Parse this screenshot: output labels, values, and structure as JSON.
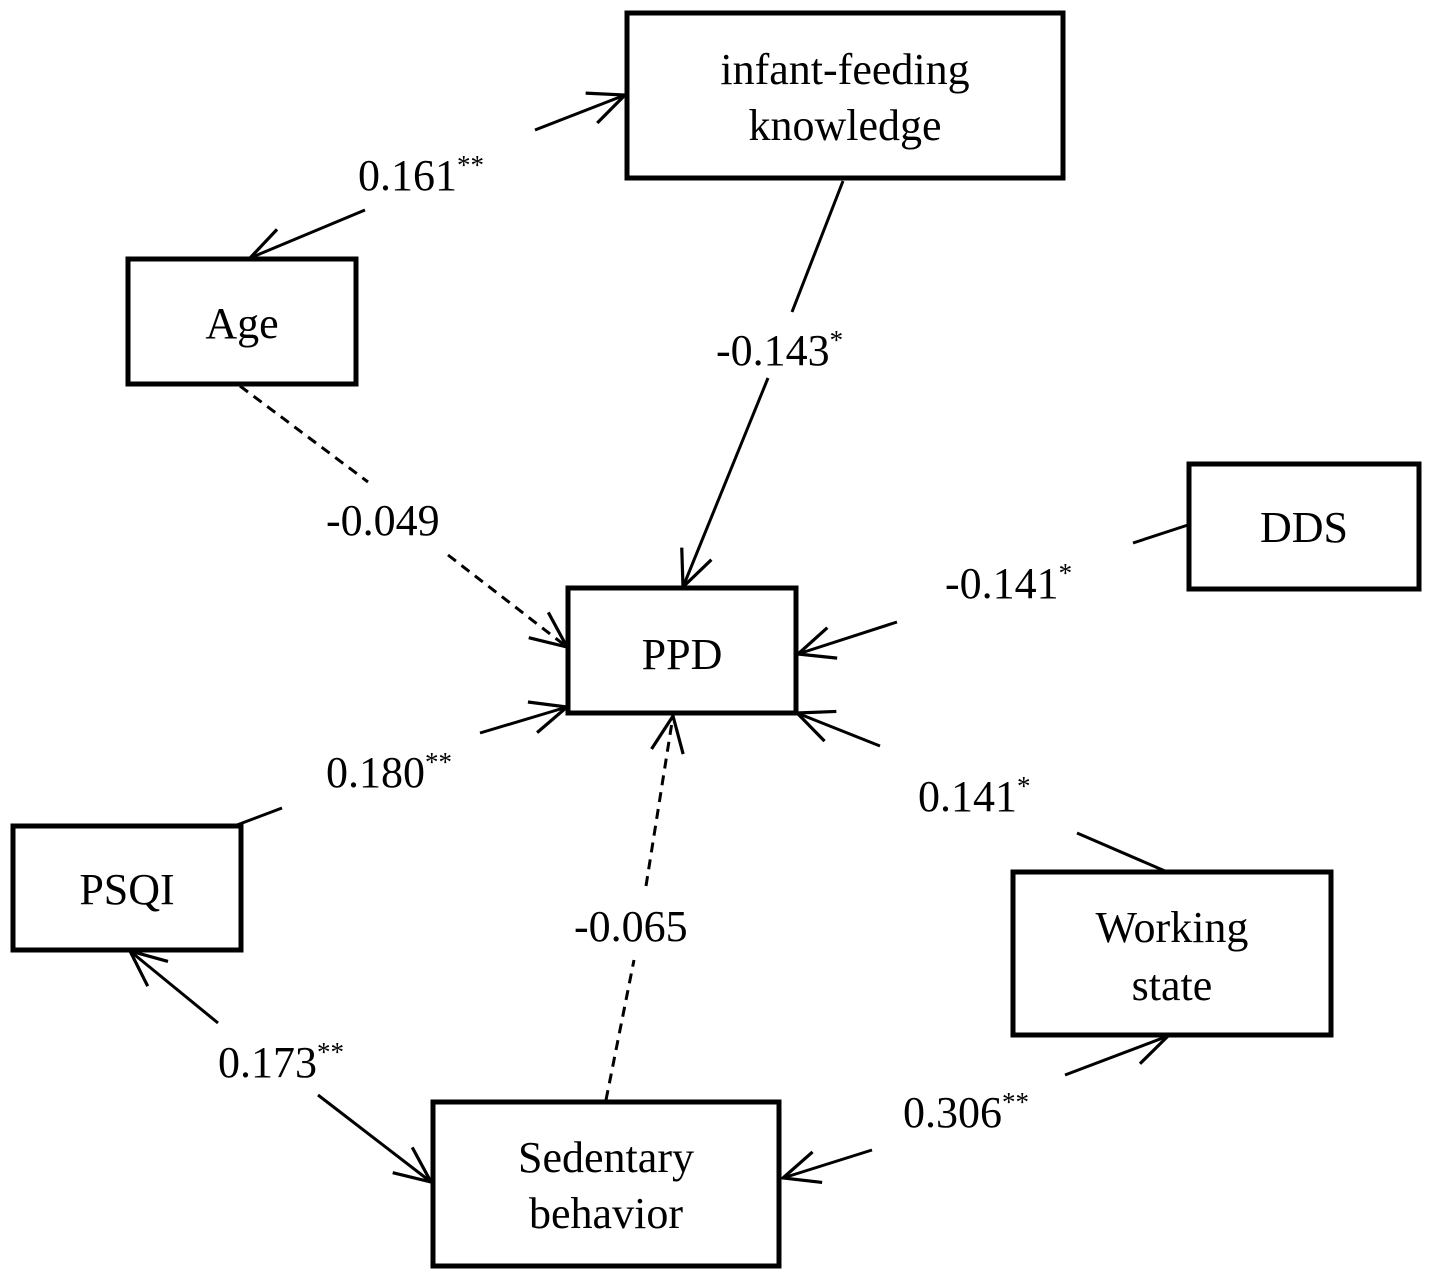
{
  "nodes": {
    "infant_feeding": {
      "lines": [
        "infant-feeding",
        "knowledge"
      ]
    },
    "age": {
      "lines": [
        "Age"
      ]
    },
    "dds": {
      "lines": [
        "DDS"
      ]
    },
    "ppd": {
      "lines": [
        "PPD"
      ]
    },
    "psqi": {
      "lines": [
        "PSQI"
      ]
    },
    "working_state": {
      "lines": [
        "Working",
        "state"
      ]
    },
    "sedentary": {
      "lines": [
        "Sedentary",
        "behavior"
      ]
    }
  },
  "edges": {
    "age_infant": {
      "value": "0.161",
      "sig": "**",
      "style": "solid"
    },
    "infant_ppd": {
      "value": "-0.143",
      "sig": "*",
      "style": "solid"
    },
    "age_ppd": {
      "value": "-0.049",
      "sig": "",
      "style": "dashed"
    },
    "dds_ppd": {
      "value": "-0.141",
      "sig": "*",
      "style": "solid"
    },
    "psqi_ppd": {
      "value": "0.180",
      "sig": "**",
      "style": "solid"
    },
    "working_ppd": {
      "value": "0.141",
      "sig": "*",
      "style": "solid"
    },
    "sedentary_ppd": {
      "value": "-0.065",
      "sig": "",
      "style": "dashed"
    },
    "psqi_sedentary": {
      "value": "0.173",
      "sig": "**",
      "style": "solid"
    },
    "sedentary_working": {
      "value": "0.306",
      "sig": "**",
      "style": "solid"
    }
  }
}
